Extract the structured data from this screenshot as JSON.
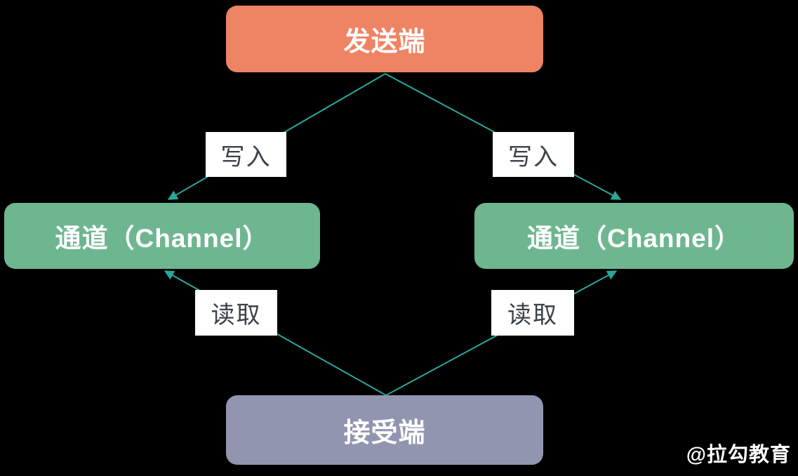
{
  "diagram": {
    "title_hint": "Go channel write/read diagram",
    "background_color": "#000000",
    "line_color": "#2AA79B",
    "nodes": {
      "sender": {
        "label": "发送端",
        "color": "#EE8464",
        "text_color": "#FFFFFF"
      },
      "channel_left": {
        "label": "通道（Channel）",
        "color": "#6EB690",
        "text_color": "#FFFFFF"
      },
      "channel_right": {
        "label": "通道（Channel）",
        "color": "#6EB690",
        "text_color": "#FFFFFF"
      },
      "receiver": {
        "label": "接受端",
        "color": "#9195AF",
        "text_color": "#FFFFFF"
      }
    },
    "edges": {
      "write_left": {
        "label": "写入",
        "from": "sender",
        "to": "channel_left"
      },
      "write_right": {
        "label": "写入",
        "from": "sender",
        "to": "channel_right"
      },
      "read_left": {
        "label": "读取",
        "from": "receiver",
        "to": "channel_left"
      },
      "read_right": {
        "label": "读取",
        "from": "receiver",
        "to": "channel_right"
      }
    },
    "edge_label_colors": {
      "background": "#FFFFFF",
      "text": "#3C4249"
    },
    "watermark": "@拉勾教育"
  }
}
